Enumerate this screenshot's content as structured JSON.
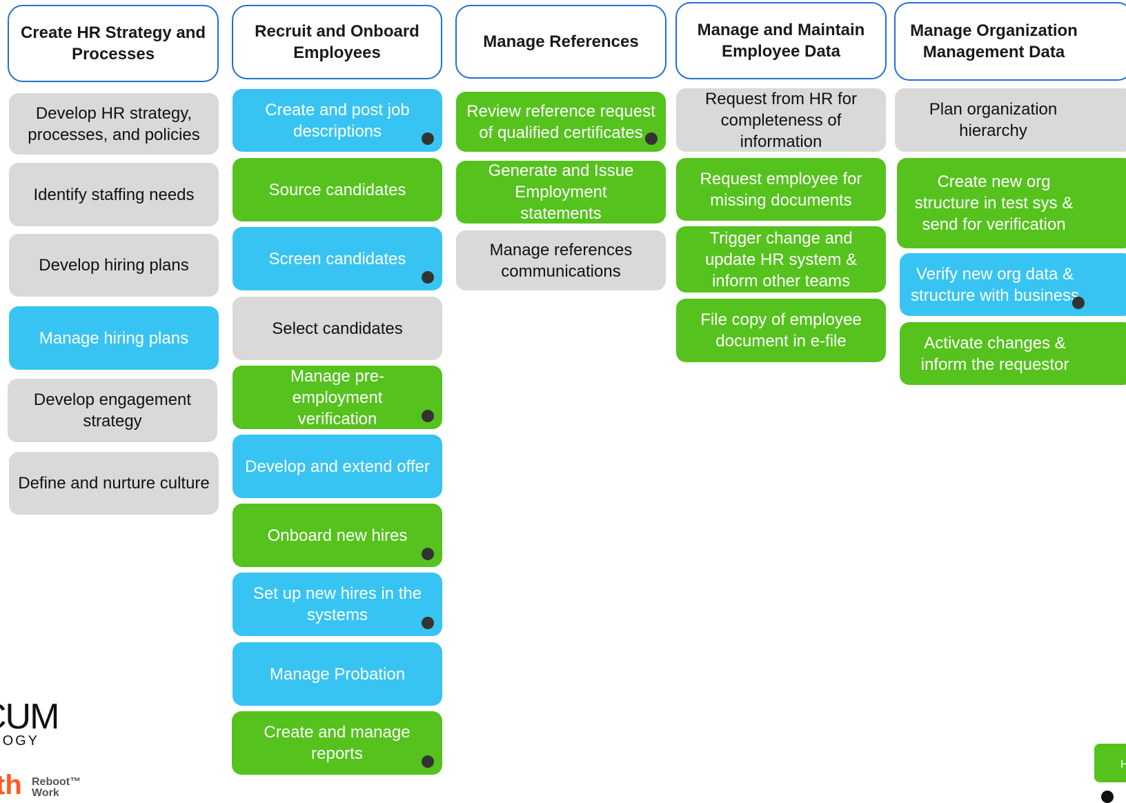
{
  "columns": [
    {
      "header": "Create HR Strategy and Processes",
      "items": [
        {
          "label": "Develop HR strategy, processes, and policies",
          "color": "grey",
          "marked": false
        },
        {
          "label": "Identify staffing needs",
          "color": "grey",
          "marked": false
        },
        {
          "label": "Develop hiring plans",
          "color": "grey",
          "marked": false
        },
        {
          "label": "Manage hiring plans",
          "color": "blue",
          "marked": false
        },
        {
          "label": "Develop engagement strategy",
          "color": "grey",
          "marked": false
        },
        {
          "label": "Define and nurture culture",
          "color": "grey",
          "marked": false
        }
      ]
    },
    {
      "header": "Recruit and Onboard Employees",
      "items": [
        {
          "label": "Create and post job descriptions",
          "color": "blue",
          "marked": true
        },
        {
          "label": "Source candidates",
          "color": "green",
          "marked": false
        },
        {
          "label": "Screen candidates",
          "color": "blue",
          "marked": true
        },
        {
          "label": "Select candidates",
          "color": "grey",
          "marked": false
        },
        {
          "label": "Manage pre-employment verification",
          "color": "green",
          "marked": true
        },
        {
          "label": "Develop and extend offer",
          "color": "blue",
          "marked": false
        },
        {
          "label": "Onboard new hires",
          "color": "green",
          "marked": true
        },
        {
          "label": "Set up new hires in the systems",
          "color": "blue",
          "marked": true
        },
        {
          "label": "Manage Probation",
          "color": "blue",
          "marked": false
        },
        {
          "label": "Create and manage reports",
          "color": "green",
          "marked": true
        }
      ]
    },
    {
      "header": "Manage References",
      "items": [
        {
          "label": "Review reference request of qualified certificates",
          "color": "green",
          "marked": true
        },
        {
          "label": "Generate and Issue Employment statements",
          "color": "green",
          "marked": false
        },
        {
          "label": "Manage references communications",
          "color": "grey",
          "marked": false
        }
      ]
    },
    {
      "header": "Manage and Maintain Employee Data",
      "items": [
        {
          "label": "Request from HR for completeness of information",
          "color": "grey",
          "marked": false
        },
        {
          "label": "Request employee for missing documents",
          "color": "green",
          "marked": false
        },
        {
          "label": "Trigger change and update HR system & inform other teams",
          "color": "green",
          "marked": false
        },
        {
          "label": "File copy of employee document in e-file",
          "color": "green",
          "marked": false
        }
      ]
    },
    {
      "header": "Manage Organization Management Data",
      "items": [
        {
          "label": "Plan organization hierarchy",
          "color": "grey",
          "marked": false
        },
        {
          "label": "Create new org structure in test sys & send for verification",
          "color": "green",
          "marked": false
        },
        {
          "label": "Verify new org data & structure with business",
          "color": "blue",
          "marked": true
        },
        {
          "label": "Activate changes & inform the requestor",
          "color": "green",
          "marked": false
        }
      ]
    }
  ],
  "logos": {
    "logo1_line1": "CUM",
    "logo1_line2": "DLOGY",
    "logo2_mark": "th",
    "logo2_text": "Reboot™ Work"
  },
  "legend": {
    "green_label": "H"
  }
}
